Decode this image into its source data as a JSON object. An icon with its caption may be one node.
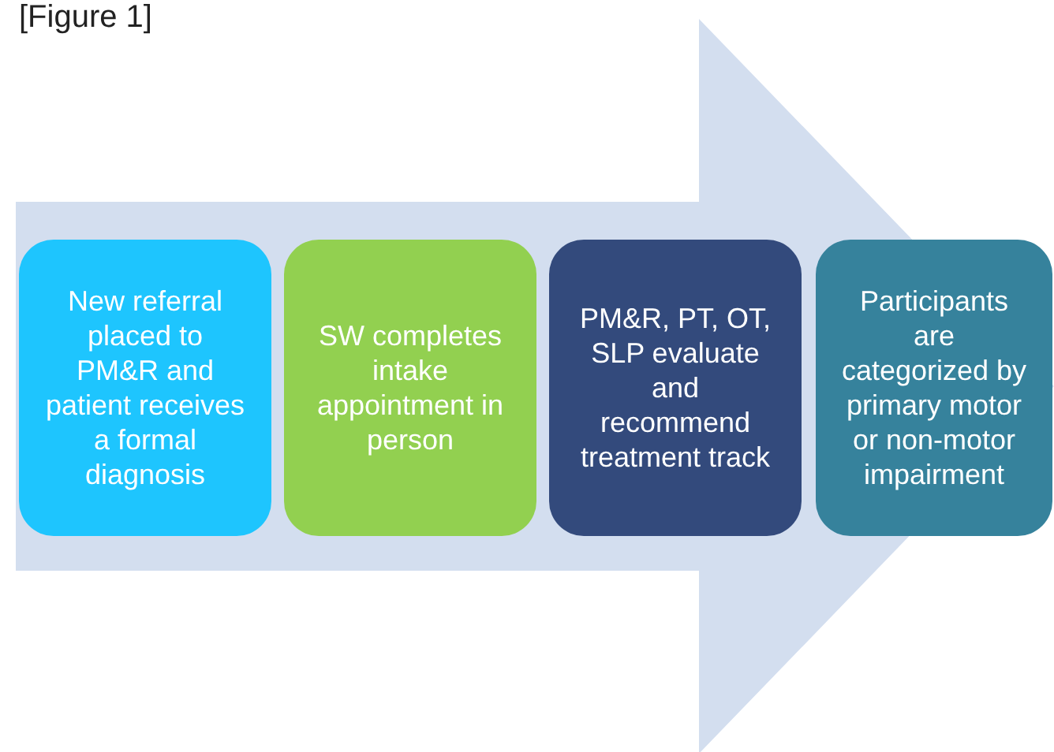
{
  "diagram": {
    "nodes": [
      {
        "text": [
          "New referral placed to PM&R and patient receives a formal diagnosis"
        ]
      },
      {
        "text": [
          "SW completes intake appointment in person"
        ]
      },
      {
        "text": [
          "PM&R, PT, OT, SLP evaluate and recommend treatment track"
        ]
      },
      {
        "text": [
          "Participants are categorized by primary motor or non-motor impairment"
        ]
      }
    ],
    "edges": [
      {
        "from": 0,
        "to": 3,
        "arrow": "to"
      }
    ],
    "labels": [
      "[Figure 1]"
    ]
  }
}
